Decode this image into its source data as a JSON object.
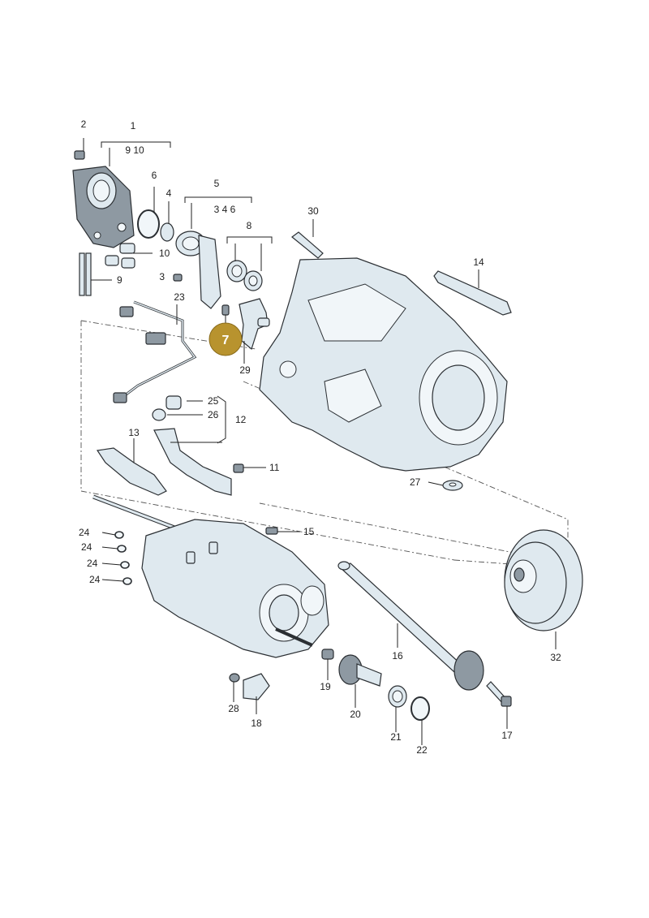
{
  "diagram": {
    "highlight_badge": "7",
    "callouts": {
      "c1": "1",
      "c1_sub": "9 10",
      "c2": "2",
      "c3": "3",
      "c4": "4",
      "c5": "5",
      "c5_sub": "3 4 6",
      "c6": "6",
      "c8": "8",
      "c9": "9",
      "c10": "10",
      "c11": "11",
      "c12": "12",
      "c13": "13",
      "c14": "14",
      "c15": "15",
      "c16": "16",
      "c17": "17",
      "c18": "18",
      "c19": "19",
      "c20": "20",
      "c21": "21",
      "c22": "22",
      "c23": "23",
      "c24a": "24",
      "c24b": "24",
      "c24c": "24",
      "c24d": "24",
      "c25": "25",
      "c26": "26",
      "c27": "27",
      "c28": "28",
      "c29": "29",
      "c30": "30",
      "c32": "32"
    },
    "colors": {
      "badge": "#b8932e",
      "part_fill": "#dfe9ef",
      "outline": "#2b2f33"
    }
  }
}
